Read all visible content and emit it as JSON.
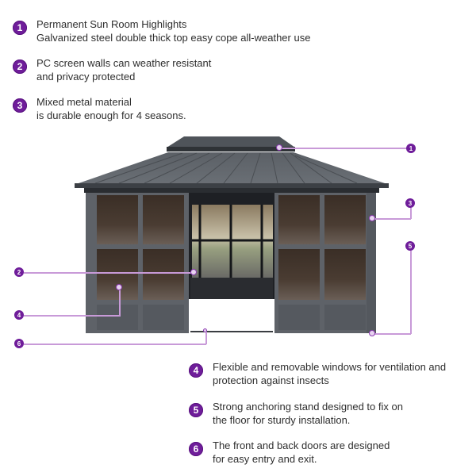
{
  "accent_color": "#6f1d9a",
  "top_features": [
    {
      "number": "1",
      "line1": "Permanent Sun Room Highlights",
      "line2": "Galvanized steel double thick top easy cope all-weather use"
    },
    {
      "number": "2",
      "line1": "PC screen walls can weather resistant",
      "line2": "and privacy protected"
    },
    {
      "number": "3",
      "line1": "Mixed metal material",
      "line2": "is durable enough for 4 seasons."
    }
  ],
  "bottom_features": [
    {
      "number": "4",
      "line1": "Flexible and removable windows for ventilation and",
      "line2": "protection against insects"
    },
    {
      "number": "5",
      "line1": "Strong anchoring stand designed to fix on",
      "line2": "the floor for sturdy installation."
    },
    {
      "number": "6",
      "line1": "The front and back doors are designed",
      "line2": "for easy entry and exit."
    }
  ],
  "callouts": [
    {
      "number": "1"
    },
    {
      "number": "2"
    },
    {
      "number": "3"
    },
    {
      "number": "4"
    },
    {
      "number": "5"
    },
    {
      "number": "6"
    }
  ],
  "image": {
    "subject": "hardtop-gazebo-sun-room"
  }
}
